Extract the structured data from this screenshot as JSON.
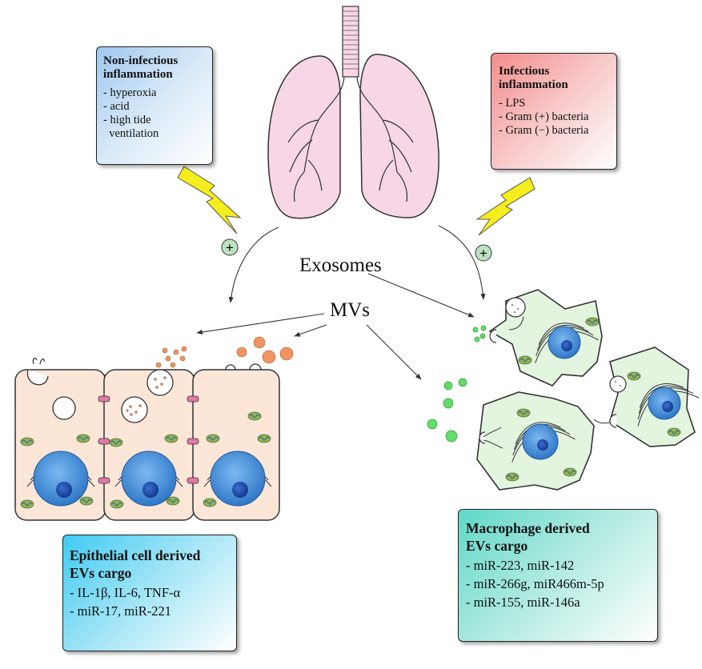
{
  "labels": {
    "exosomes": "Exosomes",
    "mvs": "MVs",
    "plus_sign": "+"
  },
  "boxes": {
    "non_infectious": {
      "title": "Non-infectious\ninflammation",
      "items": [
        "- hyperoxia",
        "- acid",
        "- high tide\n  ventilation"
      ]
    },
    "infectious": {
      "title": "Infectious\ninflammation",
      "items": [
        "- LPS",
        "- Gram (+) bacteria",
        "- Gram (−) bacteria"
      ]
    },
    "epithelial": {
      "title": "Epithelial cell derived\nEVs cargo",
      "items": [
        "- IL-1β, IL-6, TNF-α",
        "- miR-17, miR-221"
      ]
    },
    "macrophage": {
      "title": "Macrophage derived\nEVs cargo",
      "items": [
        "- miR-223, miR-142",
        "- miR-266g, miR466m-5p",
        "- miR-155, miR-146a"
      ]
    }
  },
  "colors": {
    "lung_fill": "#f7d6e6",
    "epithelium_fill": "#fbe6d8",
    "macrophage_fill": "#e3f4df",
    "nucleus": "#3f8fdc",
    "bolt": "#f6ee1c",
    "plus_circle": "#bfe3c2",
    "mv_orange": "#ef9462",
    "exosome_green": "#63dc6b",
    "junction_pink": "#e07aa6"
  },
  "icons": [
    "lungs-icon",
    "lightning-bolt-icon",
    "plus-circle-icon",
    "epithelial-cell-icon",
    "macrophage-icon",
    "nucleus-icon",
    "mitochondrion-icon",
    "vesicle-icon"
  ]
}
